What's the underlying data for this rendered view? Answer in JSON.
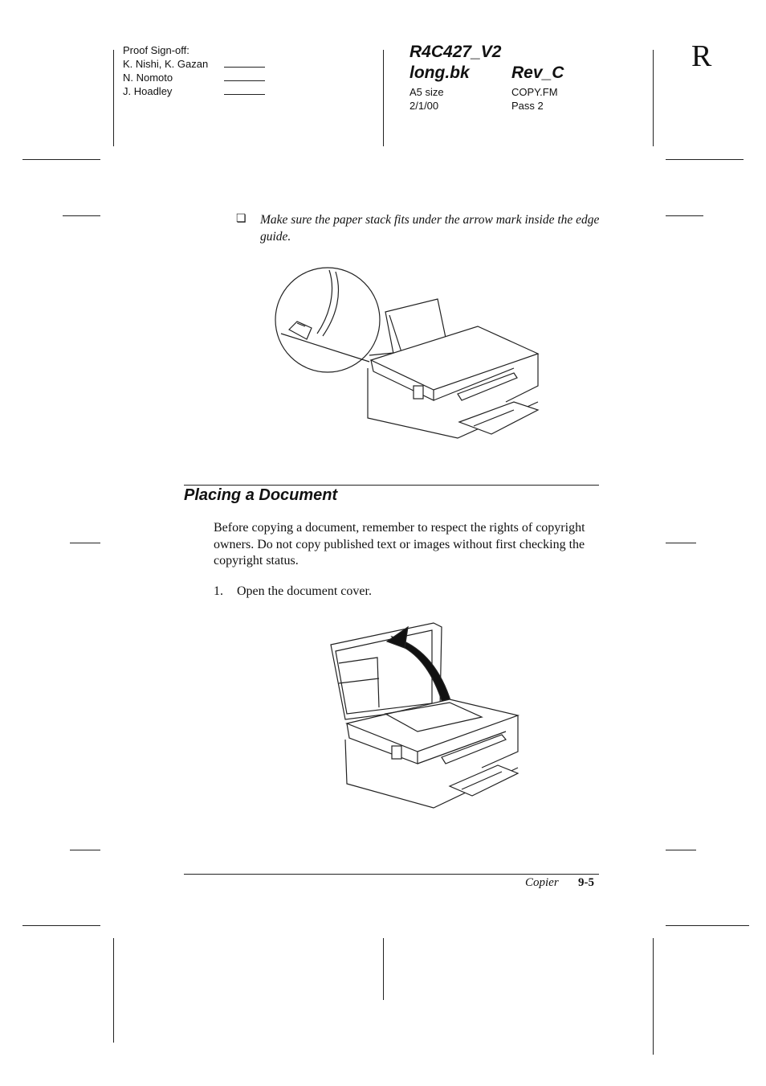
{
  "header": {
    "signoff_title": "Proof Sign-off:",
    "signers": [
      "K. Nishi, K. Gazan",
      "N. Nomoto",
      "J. Hoadley"
    ],
    "doc_id": "R4C427_V2",
    "book_file": "long.bk",
    "revision": "Rev_C",
    "paper_size": "A5 size",
    "date": "2/1/00",
    "frame_file": "COPY.FM",
    "pass": "Pass 2",
    "corner_letter": "R"
  },
  "note": {
    "bullet": "❏",
    "text": "Make sure the paper stack fits under the arrow mark inside the edge guide."
  },
  "section": {
    "heading": "Placing a Document",
    "paragraph": "Before copying a document, remember to respect the rights of copyright owners. Do not copy published text or images without first checking the copyright status.",
    "step_number": "1.",
    "step_text": "Open the document cover."
  },
  "footer": {
    "chapter": "Copier",
    "page": "9-5"
  }
}
